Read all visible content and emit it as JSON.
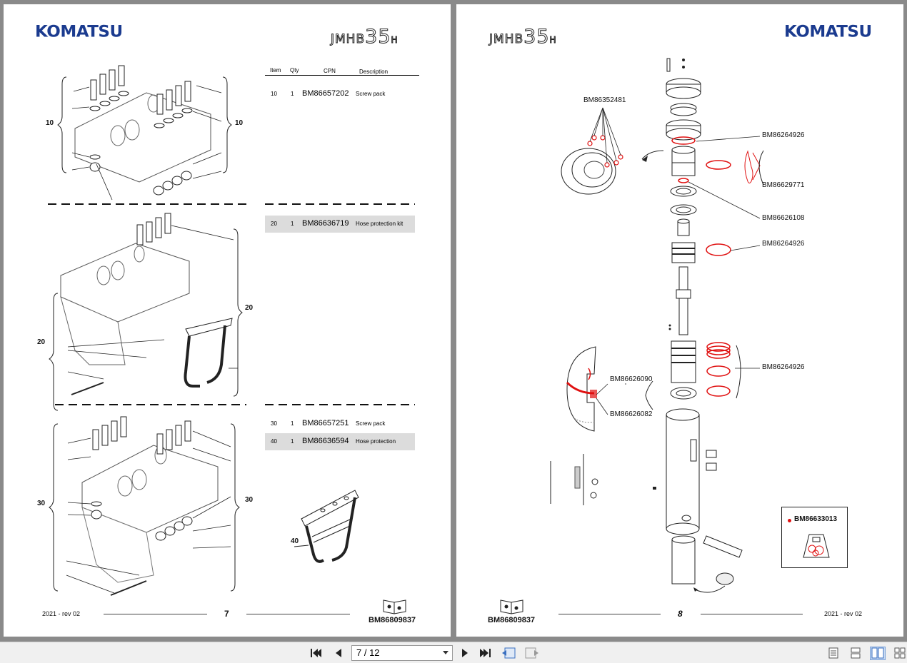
{
  "left_page": {
    "brand": "KOMATSU",
    "model": {
      "prefix": "JMHB",
      "number": "35",
      "suffix": "H"
    },
    "table_headers": {
      "item": "Item",
      "qty": "Qty",
      "cpn": "CPN",
      "description": "Description"
    },
    "rows": [
      {
        "item": "10",
        "qty": "1",
        "cpn": "BM86657202",
        "description": "Screw pack",
        "shaded": false
      },
      {
        "item": "20",
        "qty": "1",
        "cpn": "BM86636719",
        "description": "Hose protection kit",
        "shaded": true
      },
      {
        "item": "30",
        "qty": "1",
        "cpn": "BM86657251",
        "description": "Screw pack",
        "shaded": false
      },
      {
        "item": "40",
        "qty": "1",
        "cpn": "BM86636594",
        "description": "Hose protection",
        "shaded": true
      }
    ],
    "callouts": {
      "s1_left": "10",
      "s1_right": "10",
      "s2_left": "20",
      "s2_right": "20",
      "s3_left": "30",
      "s3_right": "30",
      "item40": "40"
    },
    "footer": {
      "date": "2021 -  rev 02",
      "page": "7",
      "book_code": "BM86809837"
    }
  },
  "right_page": {
    "brand": "KOMATSU",
    "model": {
      "prefix": "JMHB",
      "number": "35",
      "suffix": "H"
    },
    "part_labels": {
      "flange": "BM86352481",
      "seal_top": "BM86264926",
      "seal_ring": "BM86629771",
      "bushing": "BM86626108",
      "seal_mid": "BM86264926",
      "seal_lower": "BM86264926",
      "seal_a": "BM86626090",
      "seal_b": "BM86626082",
      "kit": "BM86633013"
    },
    "footer": {
      "date": "2021 -  rev 02",
      "page": "8",
      "book_code": "BM86809837"
    }
  },
  "toolbar": {
    "page_indicator": "7 / 12",
    "first_icon": "first-page-icon",
    "prev_icon": "prev-page-icon",
    "next_icon": "next-page-icon",
    "last_icon": "last-page-icon",
    "accent": "#c7d9f2"
  },
  "colors": {
    "brand_blue": "#1b3b8f",
    "seal_red": "#e01010",
    "row_shade": "#dcdcdc"
  }
}
